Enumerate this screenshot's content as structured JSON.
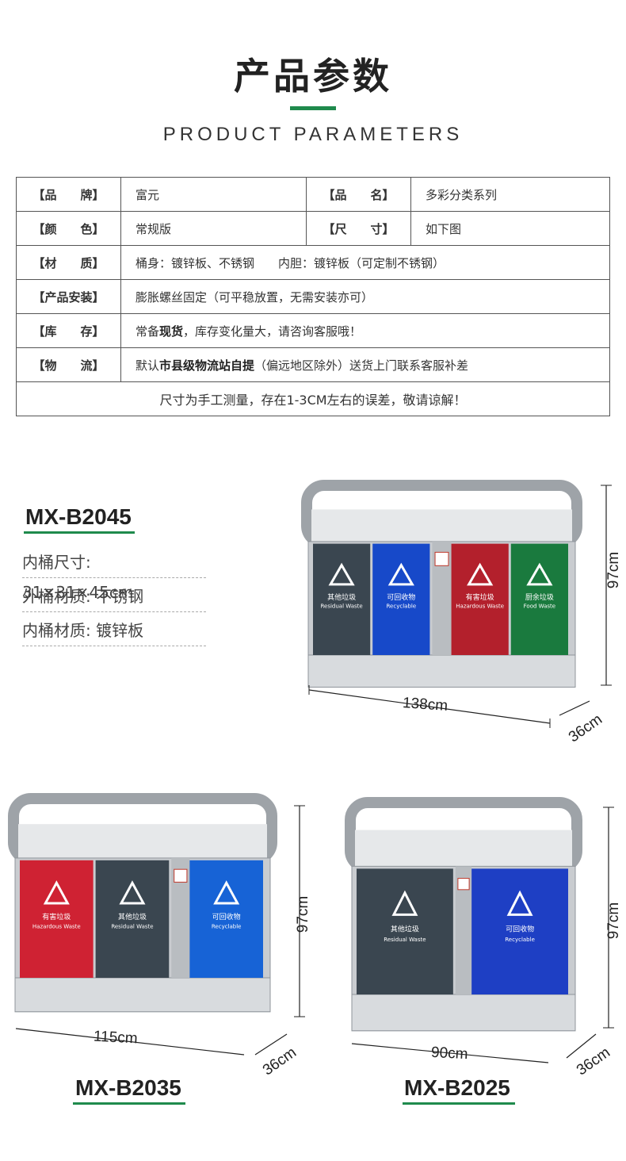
{
  "header": {
    "title": "产品参数",
    "subtitle": "PRODUCT PARAMETERS"
  },
  "params": {
    "rows": [
      {
        "k1": "【品　　牌】",
        "v1": "富元",
        "k2": "【品　　名】",
        "v2": "多彩分类系列"
      },
      {
        "k1": "【颜　　色】",
        "v1": "常规版",
        "k2": "【尺　　寸】",
        "v2": "如下图"
      }
    ],
    "material": {
      "k": "【材　　质】",
      "body": "桶身：镀锌板、不锈钢",
      "inner": "内胆：镀锌板（可定制不锈钢）"
    },
    "install": {
      "k": "【产品安装】",
      "v": "膨胀螺丝固定（可平稳放置，无需安装亦可）"
    },
    "stock": {
      "k": "【库　　存】",
      "pre": "常备",
      "hl": "现货",
      "post": "，库存变化量大，请咨询客服哦！"
    },
    "logistics": {
      "k": "【物　　流】",
      "pre": "默认",
      "hl": "市县级物流站自提",
      "post": "（偏远地区除外）送货上门联系客服补差"
    },
    "note": "尺寸为手工测量，存在1-3CM左右的误差，敬请谅解！"
  },
  "products": [
    {
      "model": "MX-B2045",
      "specs": [
        "内桶尺寸: 31×31×45cm",
        "外桶材质: 不锈钢",
        "内桶材质: 镀锌板"
      ],
      "width": "138cm",
      "height": "97cm",
      "depth": "36cm",
      "bins": [
        {
          "cn": "其他垃圾",
          "en": "Residual Waste",
          "color": "#3a4650"
        },
        {
          "cn": "可回收物",
          "en": "Recyclable",
          "color": "#1749c9"
        },
        {
          "cn": "有害垃圾",
          "en": "Hazardous Waste",
          "color": "#b3202c"
        },
        {
          "cn": "厨余垃圾",
          "en": "Food Waste",
          "color": "#1a7a3e"
        }
      ]
    },
    {
      "model": "MX-B2035",
      "width": "115cm",
      "height": "97cm",
      "depth": "36cm",
      "bins": [
        {
          "cn": "有害垃圾",
          "en": "Hazardous Waste",
          "color": "#cf2233"
        },
        {
          "cn": "其他垃圾",
          "en": "Residual Waste",
          "color": "#3a4650"
        },
        {
          "cn": "可回收物",
          "en": "Recyclable",
          "color": "#1763d6"
        }
      ]
    },
    {
      "model": "MX-B2025",
      "width": "90cm",
      "height": "97cm",
      "depth": "36cm",
      "bins": [
        {
          "cn": "其他垃圾",
          "en": "Residual Waste",
          "color": "#3a4650"
        },
        {
          "cn": "可回收物",
          "en": "Recyclable",
          "color": "#1e3fc4"
        }
      ]
    }
  ],
  "colors": {
    "accent": "#1f8a4c",
    "steel": "#c9ccd0"
  }
}
